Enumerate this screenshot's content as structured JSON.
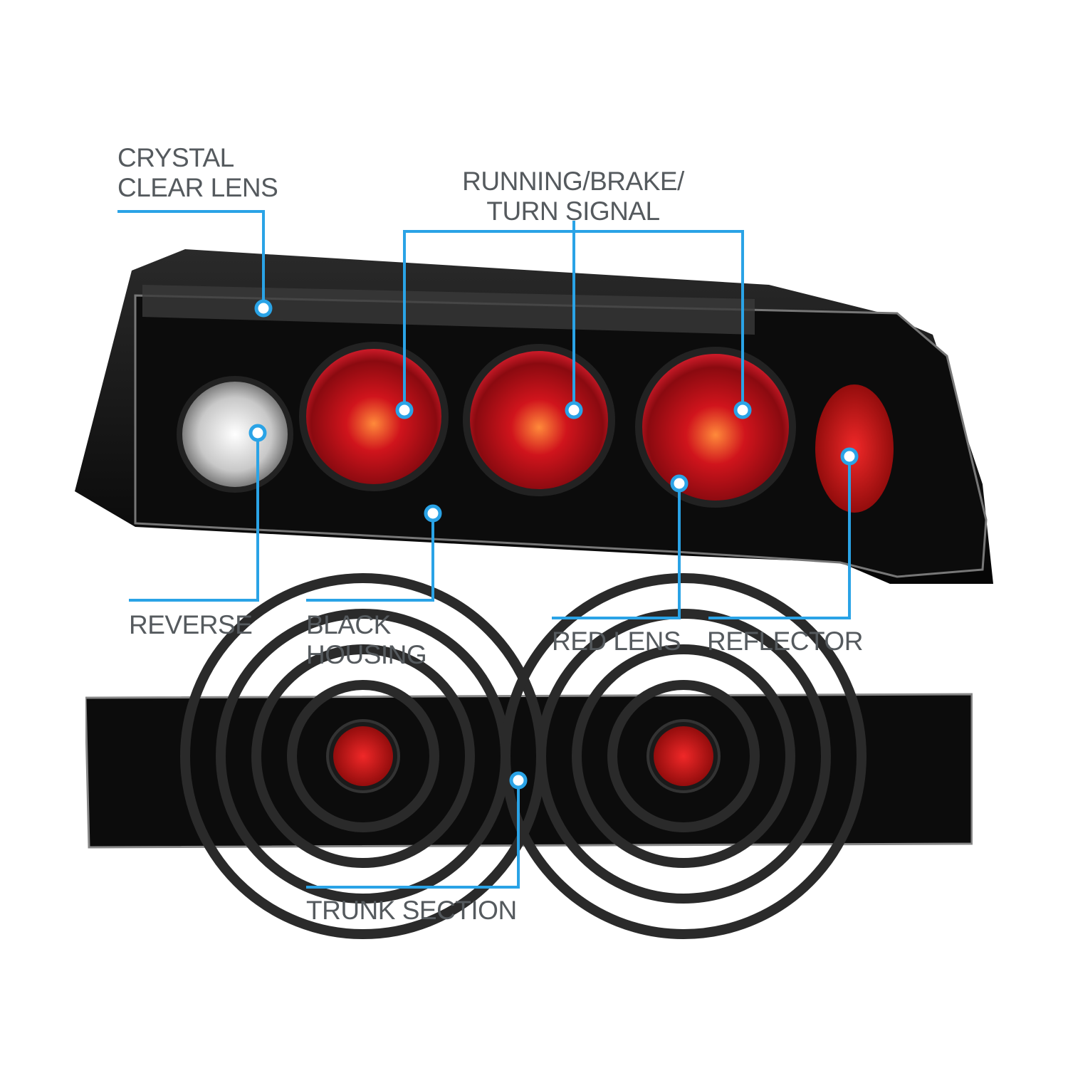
{
  "colors": {
    "callout_line": "#2aa3e6",
    "label_text": "#555a5e",
    "housing": "#111111",
    "red_lens": "#c4121c"
  },
  "labels": {
    "crystal_clear_lens": [
      "CRYSTAL",
      "CLEAR LENS"
    ],
    "running_brake_turn": [
      "RUNNING/BRAKE/",
      "TURN SIGNAL"
    ],
    "reverse": "REVERSE",
    "black_housing": [
      "BLACK",
      "HOUSING"
    ],
    "red_lens": "RED LENS",
    "reflector": "REFLECTOR",
    "trunk_section": "TRUNK SECTION"
  }
}
